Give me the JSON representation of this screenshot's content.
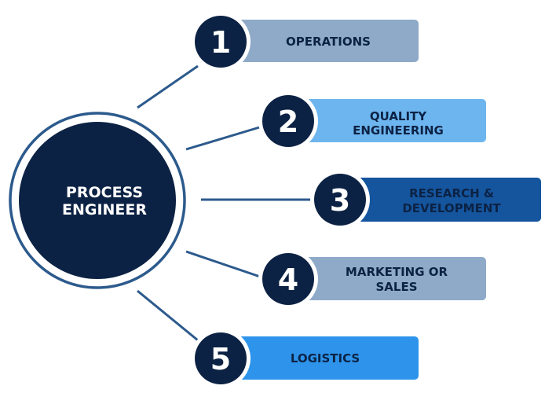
{
  "center": {
    "lines": [
      "PROCESS",
      "ENGINEER"
    ]
  },
  "items": [
    {
      "number": "1",
      "lines": [
        "OPERATIONS"
      ],
      "box_color": "#8eaac8",
      "text_color": "#0c2244"
    },
    {
      "number": "2",
      "lines": [
        "QUALITY",
        "ENGINEERING"
      ],
      "box_color": "#6db5ee",
      "text_color": "#0c2244"
    },
    {
      "number": "3",
      "lines": [
        "RESEARCH &",
        "DEVELOPMENT"
      ],
      "box_color": "#14559d",
      "text_color": "#0c2244"
    },
    {
      "number": "4",
      "lines": [
        "MARKETING OR",
        "SALES"
      ],
      "box_color": "#8eaac8",
      "text_color": "#0c2244"
    },
    {
      "number": "5",
      "lines": [
        "LOGISTICS"
      ],
      "box_color": "#2e94eb",
      "text_color": "#0c2244"
    }
  ],
  "colors": {
    "navy": "#0c2244",
    "ring": "#2c5a8c",
    "connector": "#2c5a8c"
  }
}
